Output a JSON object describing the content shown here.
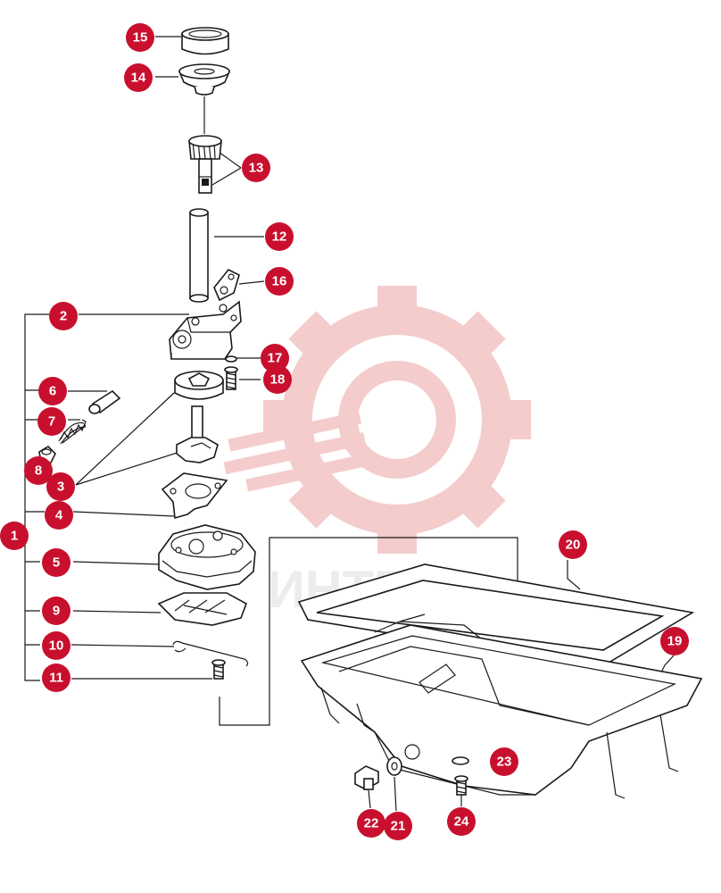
{
  "watermark": {
    "text": "ИНТЕХ",
    "color": "#f3c4c4"
  },
  "label_color": "#c8102e",
  "labels": {
    "n1": "1",
    "n2": "2",
    "n3": "3",
    "n4": "4",
    "n5": "5",
    "n6": "6",
    "n7": "7",
    "n8": "8",
    "n9": "9",
    "n10": "10",
    "n11": "11",
    "n12": "12",
    "n13": "13",
    "n14": "14",
    "n15": "15",
    "n16": "16",
    "n17": "17",
    "n18": "18",
    "n19": "19",
    "n20": "20",
    "n21": "21",
    "n22": "22",
    "n23": "23",
    "n24": "24"
  }
}
